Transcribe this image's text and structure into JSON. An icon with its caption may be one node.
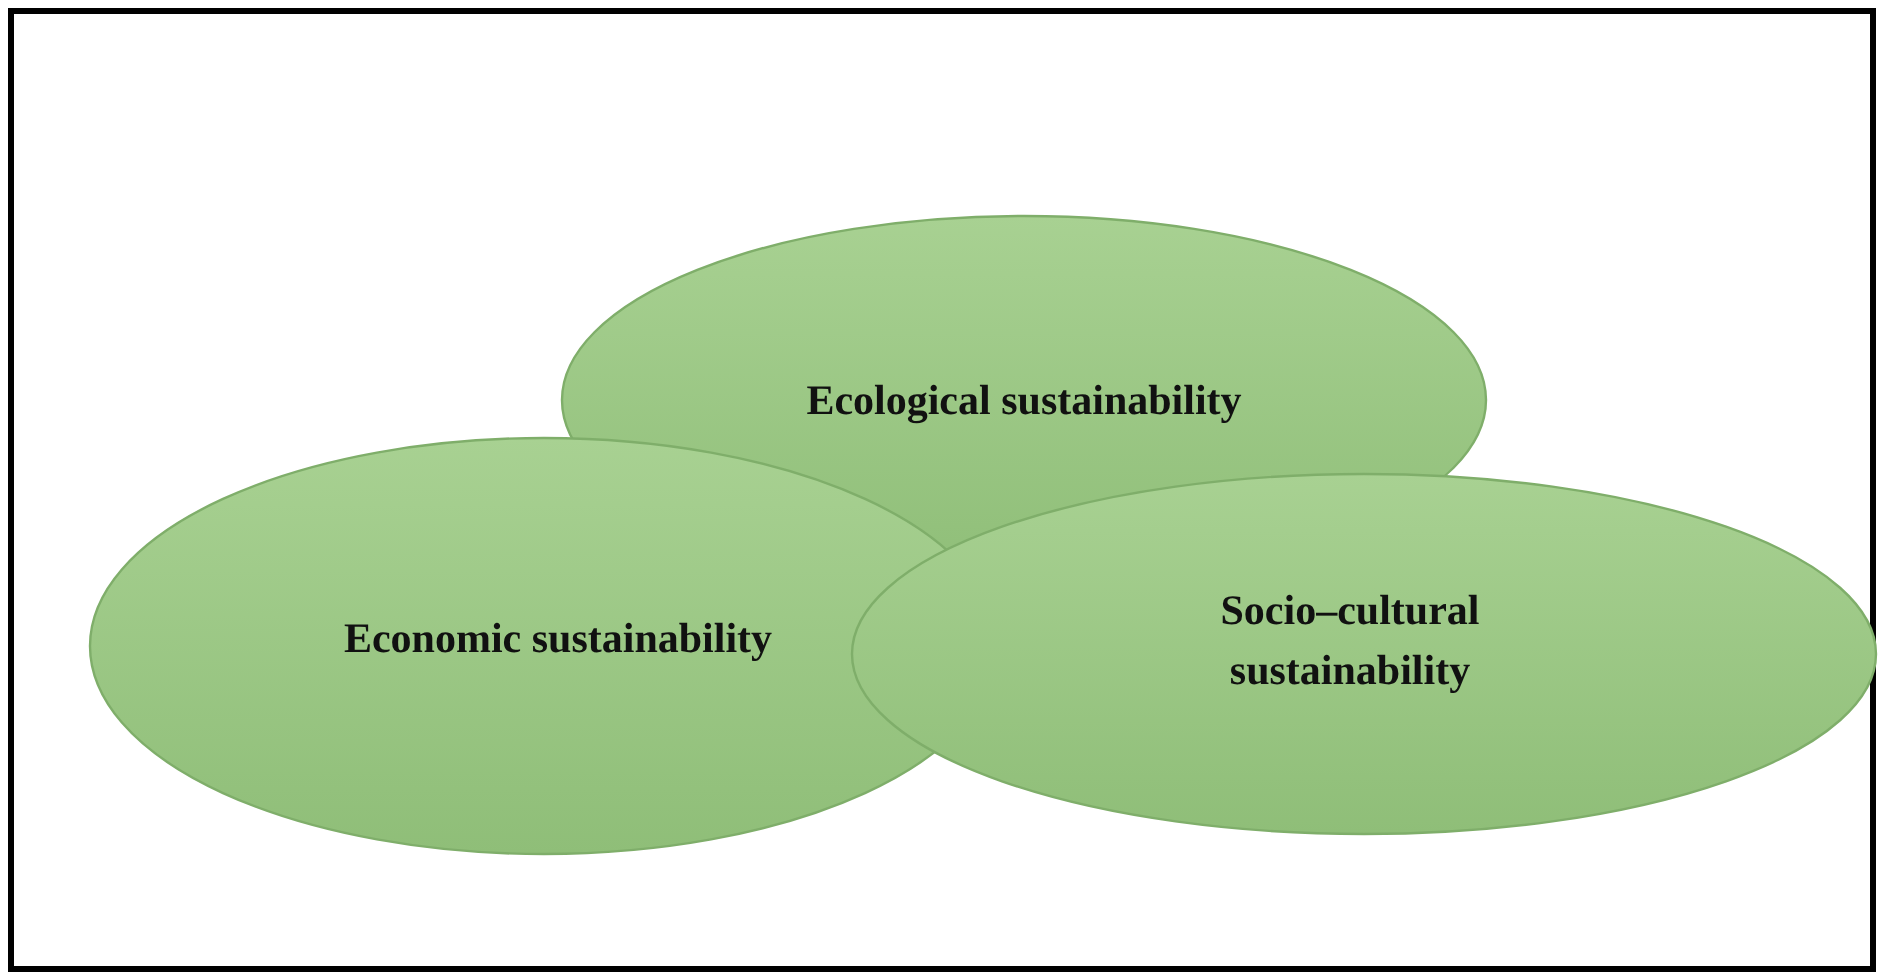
{
  "diagram": {
    "nodes": [
      {
        "text": [
          "Ecological sustainability"
        ]
      },
      {
        "text": [
          "Economic sustainability"
        ]
      },
      {
        "text": [
          "Socio–cultural sustainability"
        ]
      }
    ]
  }
}
